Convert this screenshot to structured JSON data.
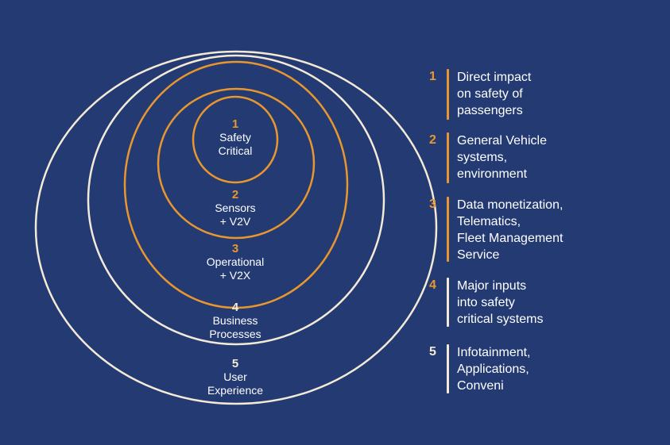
{
  "colors": {
    "background": "#233a73",
    "orange": "#e8972f",
    "cream": "#f3ead6",
    "text": "#ffffff"
  },
  "rings": [
    {
      "number": "1",
      "label": "Safety\nCritical"
    },
    {
      "number": "2",
      "label": "Sensors\n+ V2V"
    },
    {
      "number": "3",
      "label": "Operational\n+ V2X"
    },
    {
      "number": "4",
      "label": "Business\nProcesses"
    },
    {
      "number": "5",
      "label": "User\nExperience"
    }
  ],
  "legend": [
    {
      "number": "1",
      "text": "Direct impact\non safety of\npassengers"
    },
    {
      "number": "2",
      "text": "General Vehicle\nsystems,\nenvironment"
    },
    {
      "number": "3",
      "text": "Data monetization,\nTelematics,\nFleet Management\nService"
    },
    {
      "number": "4",
      "text": "Major inputs\ninto safety\ncritical systems"
    },
    {
      "number": "5",
      "text": "Infotainment,\nApplications,\nConveni"
    }
  ]
}
